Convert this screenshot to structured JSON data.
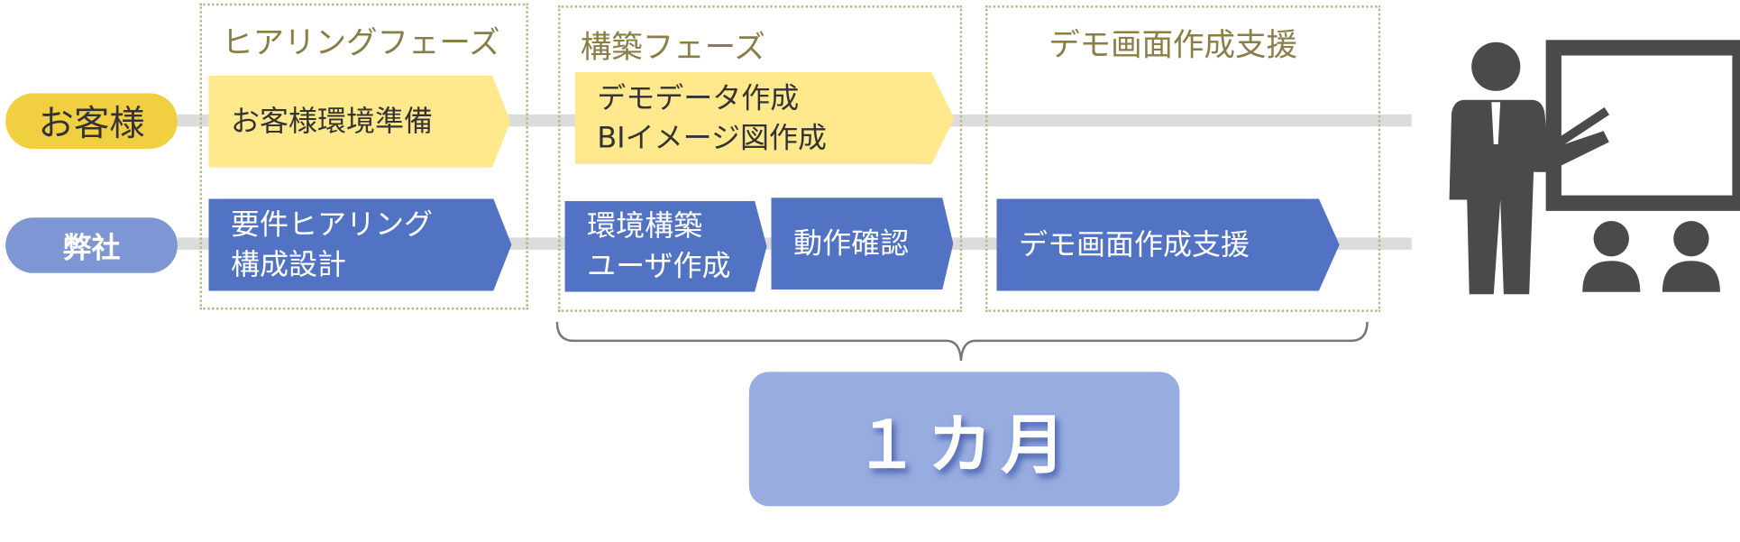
{
  "phases": [
    {
      "title": "ヒアリングフェーズ"
    },
    {
      "title": "構築フェーズ"
    },
    {
      "title": "デモ画面作成支援"
    }
  ],
  "rows": {
    "customer": "お客様",
    "company": "弊社"
  },
  "customer_tasks": [
    {
      "lines": [
        "お客様環境準備"
      ]
    },
    {
      "lines": [
        "デモデータ作成",
        "BIイメージ図作成"
      ]
    }
  ],
  "company_tasks": [
    {
      "lines": [
        "要件ヒアリング",
        "構成設計"
      ]
    },
    {
      "lines": [
        "環境構築",
        "ユーザ作成"
      ]
    },
    {
      "lines": [
        "動作確認"
      ]
    },
    {
      "lines": [
        "デモ画面作成支援"
      ]
    }
  ],
  "duration": "１カ月",
  "colors": {
    "yellow": "#ffe98c",
    "pill_yellow": "#f0d040",
    "blue": "#5273c4",
    "pill_blue": "#7f96d4",
    "month": "#97acdf"
  },
  "icons": [
    "presenter-icon",
    "audience-icon"
  ]
}
